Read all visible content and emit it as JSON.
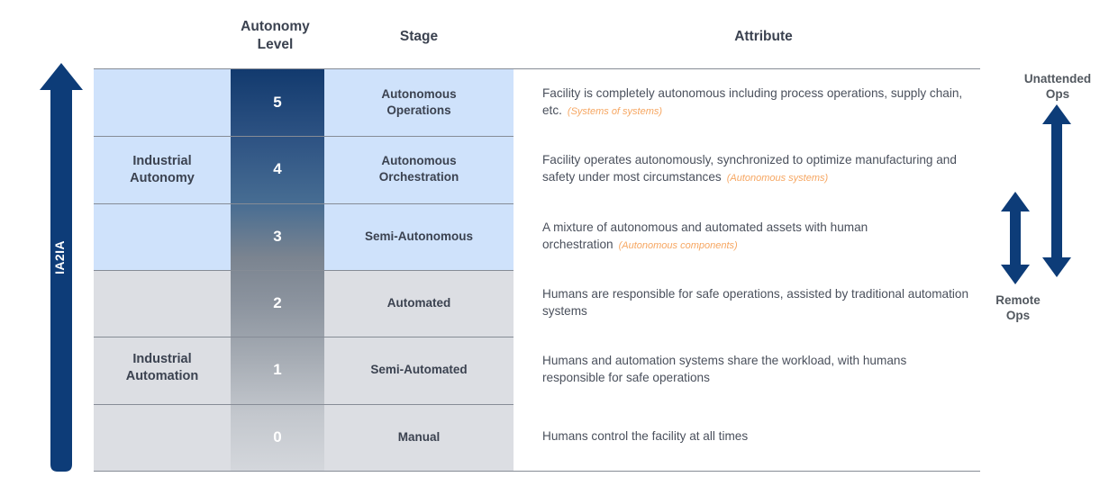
{
  "headers": {
    "autonomy_level": "Autonomy\nLevel",
    "stage": "Stage",
    "attribute": "Attribute"
  },
  "categories": {
    "autonomy": "Industrial\nAutonomy",
    "automation": "Industrial\nAutomation"
  },
  "left_axis": {
    "label": "IA2IA",
    "arrow": "up-arrow"
  },
  "right_axis": {
    "unattended_label": "Unattended\nOps",
    "remote_label": "Remote\nOps"
  },
  "colors": {
    "navy": "#0d3c78",
    "band_blue": "#cfe2fb",
    "band_gray": "#dcdee3",
    "gradient_top": "#123a6e",
    "gradient_bottom": "#d4d7dc",
    "note_orange": "#f6a661",
    "text": "#3b4250",
    "rule": "#868c96"
  },
  "rows": [
    {
      "level": "5",
      "stage": "Autonomous\nOperations",
      "attribute": "Facility is completely autonomous including process operations, supply chain, etc.",
      "note": "(Systems of systems)",
      "category": "autonomy"
    },
    {
      "level": "4",
      "stage": "Autonomous\nOrchestration",
      "attribute": "Facility operates autonomously, synchronized to optimize manufacturing and safety under most circumstances",
      "note": "(Autonomous systems)",
      "category": "autonomy"
    },
    {
      "level": "3",
      "stage": "Semi-Autonomous",
      "attribute": "A mixture of autonomous and automated assets with human orchestration",
      "note": "(Autonomous components)",
      "category": "autonomy"
    },
    {
      "level": "2",
      "stage": "Automated",
      "attribute": "Humans are responsible for safe operations, assisted by traditional automation systems",
      "note": "",
      "category": "automation"
    },
    {
      "level": "1",
      "stage": "Semi-Automated",
      "attribute": "Humans and automation systems share the workload, with humans responsible for safe operations",
      "note": "",
      "category": "automation"
    },
    {
      "level": "0",
      "stage": "Manual",
      "attribute": "Humans control the facility at all times",
      "note": "",
      "category": "automation"
    }
  ]
}
